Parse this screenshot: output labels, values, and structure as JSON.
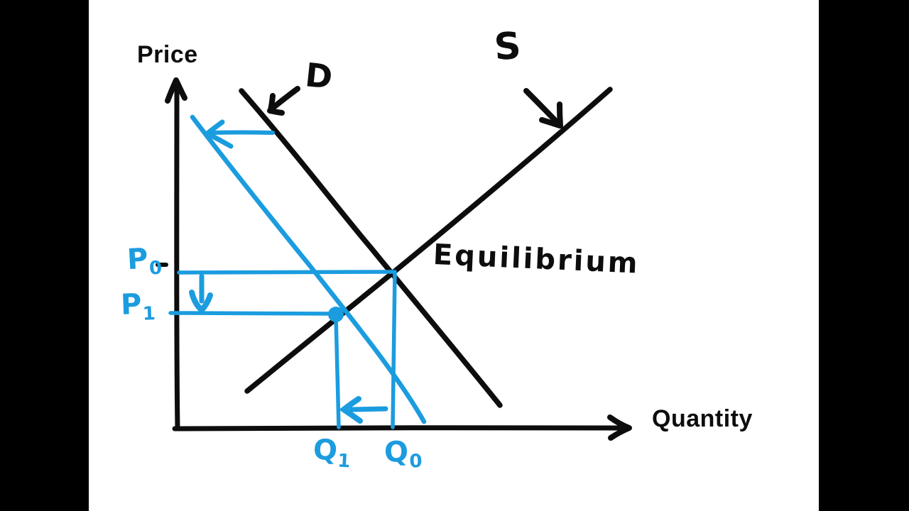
{
  "colors": {
    "letterbox": "#000000",
    "canvas": "#ffffff",
    "ink": "#0d0d0d",
    "accent_blue": "#1b9cdf"
  },
  "diagram": {
    "y_axis_label": "Price",
    "x_axis_label": "Quantity",
    "demand_curve_label": "D",
    "supply_curve_label": "S",
    "equilibrium_annotation": "Equilibrium"
  },
  "markers": {
    "p0": {
      "main": "P",
      "sub": "0"
    },
    "p1": {
      "main": "P",
      "sub": "1"
    },
    "q1": {
      "main": "Q",
      "sub": "1"
    },
    "q0": {
      "main": "Q",
      "sub": "0"
    }
  }
}
